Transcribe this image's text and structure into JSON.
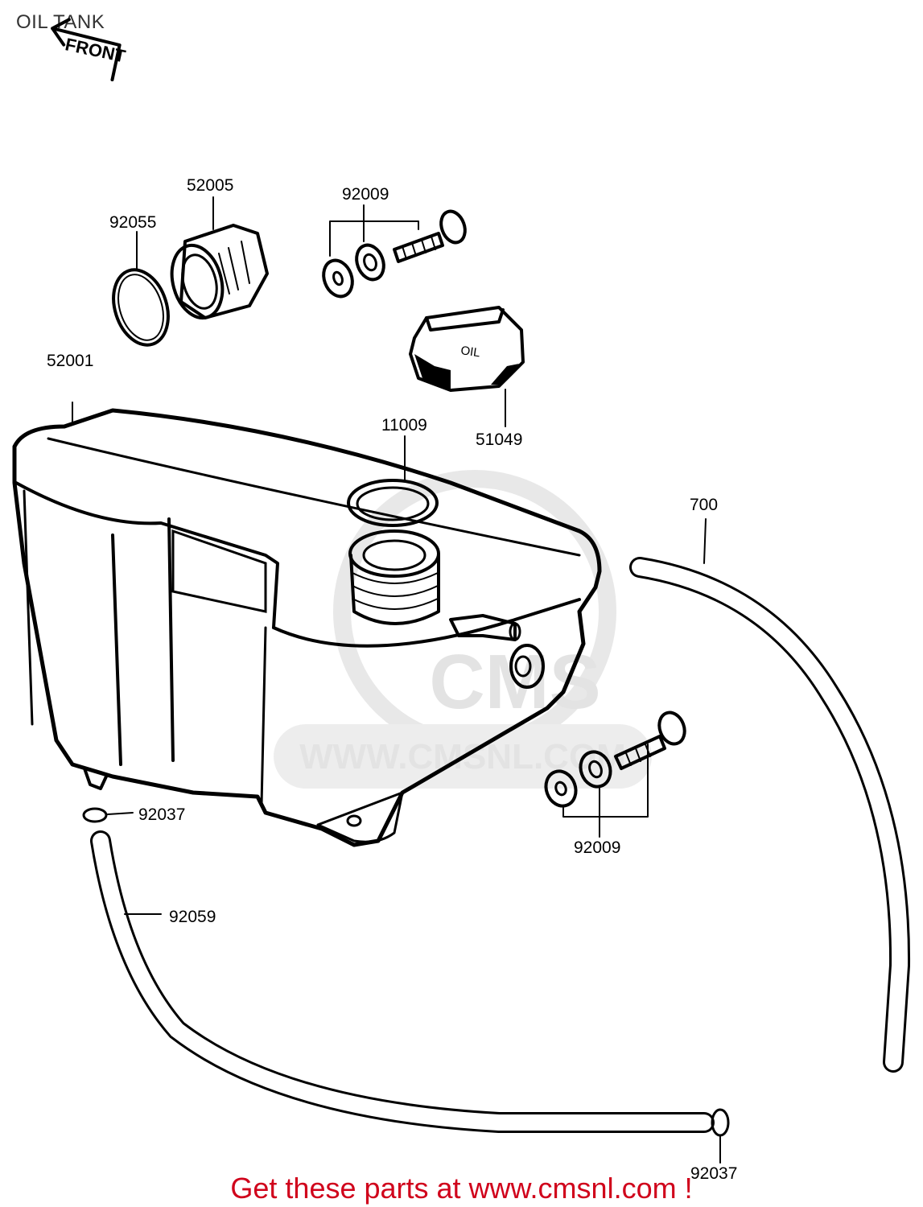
{
  "title": "OIL TANK",
  "front_arrow": {
    "label": "FRONT",
    "icon": "front-arrow-icon"
  },
  "watermark": {
    "site": "WWW.CMSNL.COM",
    "logo_text": "CMS",
    "color": "#e0e0e0"
  },
  "parts": [
    {
      "number": "52005",
      "name": "cap-fitting"
    },
    {
      "number": "92055",
      "name": "o-ring"
    },
    {
      "number": "92009",
      "name": "screw-washers-top"
    },
    {
      "number": "52001",
      "name": "oil-tank"
    },
    {
      "number": "51049",
      "name": "oil-cap"
    },
    {
      "number": "11009",
      "name": "gasket"
    },
    {
      "number": "700",
      "name": "breather-hose"
    },
    {
      "number": "92037",
      "name": "clamp-top"
    },
    {
      "number": "92009",
      "name": "screw-washers-bottom"
    },
    {
      "number": "92059",
      "name": "oil-hose"
    },
    {
      "number": "92037",
      "name": "clamp-bottom"
    }
  ],
  "cap_marking": "OIL",
  "footer": {
    "text": "Get these parts at www.cmsnl.com !",
    "color": "#d0021b"
  }
}
